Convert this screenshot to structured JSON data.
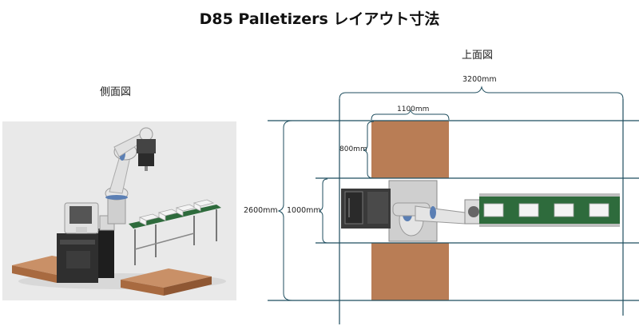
{
  "title": "D85 Palletizers  レイアウト寸法",
  "side_view_label": "側面図",
  "top_view_label": "上面図",
  "dimensions": {
    "overall_length": "3200mm",
    "overall_width": "2600mm",
    "pallet_length": "1100mm",
    "pallet_width": "800mm",
    "conveyor_zone_width": "1000mm"
  },
  "colors": {
    "line": "#1f4e5f",
    "pallet": "#b97d55",
    "conveyor_green": "#2e6b3c",
    "controller": "#333333"
  }
}
